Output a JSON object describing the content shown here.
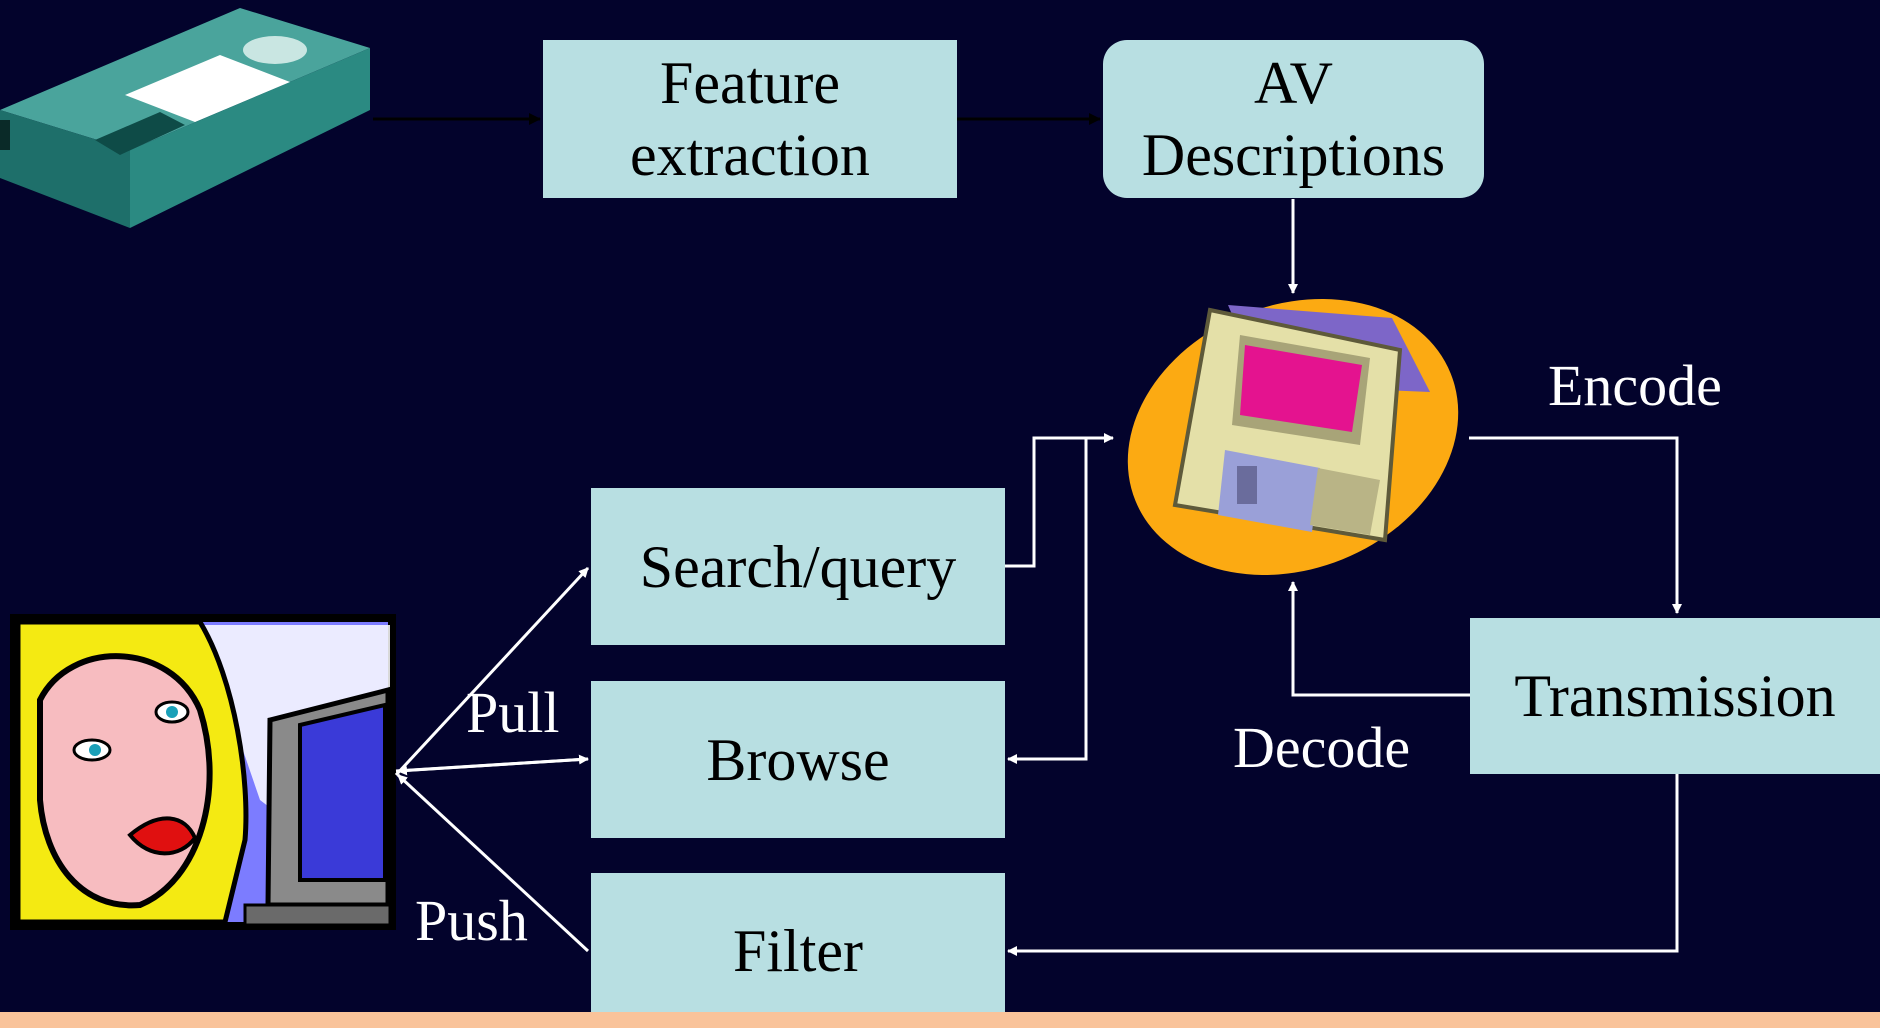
{
  "boxes": {
    "feature_extraction": "Feature\nextraction",
    "av_descriptions": "AV\nDescriptions",
    "search_query": "Search/query",
    "browse": "Browse",
    "filter": "Filter",
    "transmission": "Transmission"
  },
  "labels": {
    "encode": "Encode",
    "decode": "Decode",
    "pull": "Pull",
    "push": "Push"
  },
  "icons": {
    "source": "videocassette-icon",
    "storage": "floppy-disk-icon",
    "user": "woman-at-computer-icon"
  },
  "colors": {
    "background": "#03032c",
    "box_fill": "#b8dfe2",
    "band": "#f9c39a"
  }
}
